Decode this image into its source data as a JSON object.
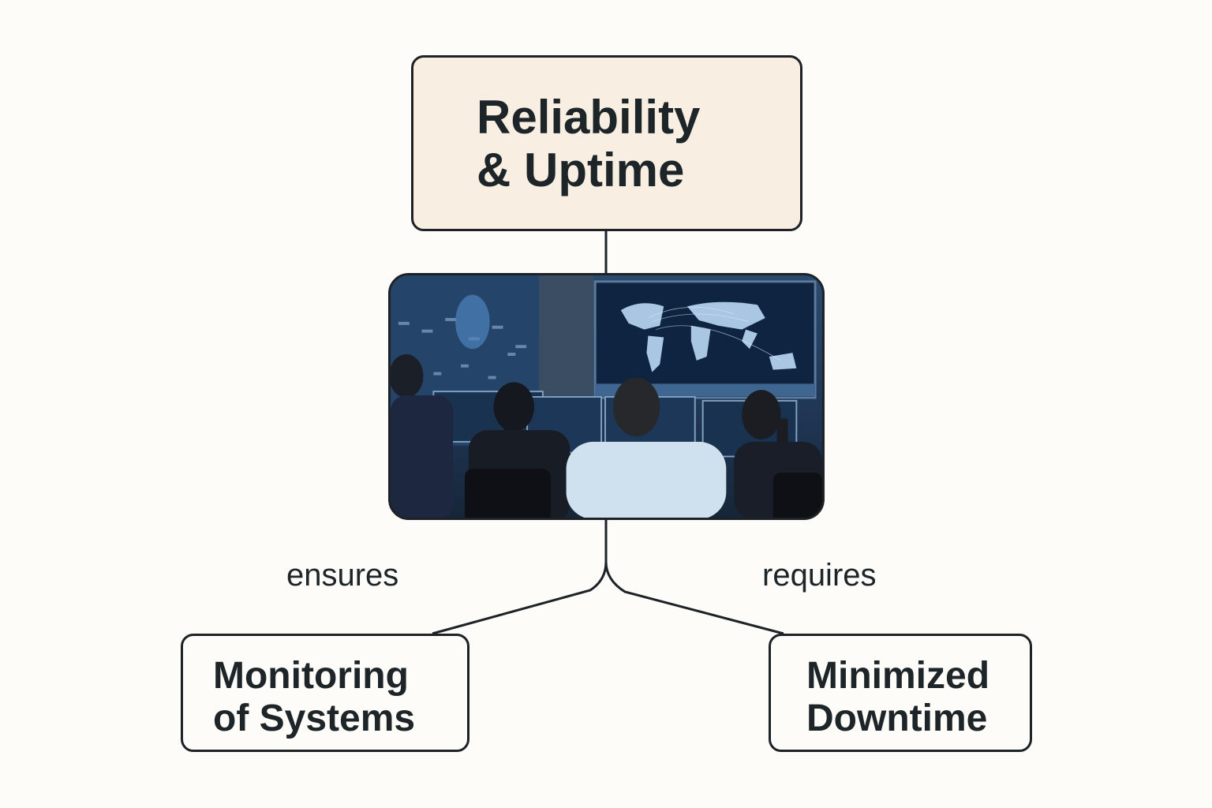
{
  "diagram": {
    "root": {
      "title_line1": "Reliability",
      "title_line2": "& Uptime"
    },
    "image": {
      "description": "Operations control room: staff at monitors facing a large world-map display"
    },
    "edges": [
      {
        "label": "ensures",
        "target": "Monitoring of Systems"
      },
      {
        "label": "requires",
        "target": "Minimized Downtime"
      }
    ],
    "children": [
      {
        "line1": "Monitoring",
        "line2": "of Systems"
      },
      {
        "line1": "Minimized",
        "line2": "Downtime"
      }
    ]
  },
  "colors": {
    "background": "#fdfcf9",
    "root_fill": "#f8efe2",
    "stroke": "#1d2226",
    "text": "#1d2528"
  }
}
